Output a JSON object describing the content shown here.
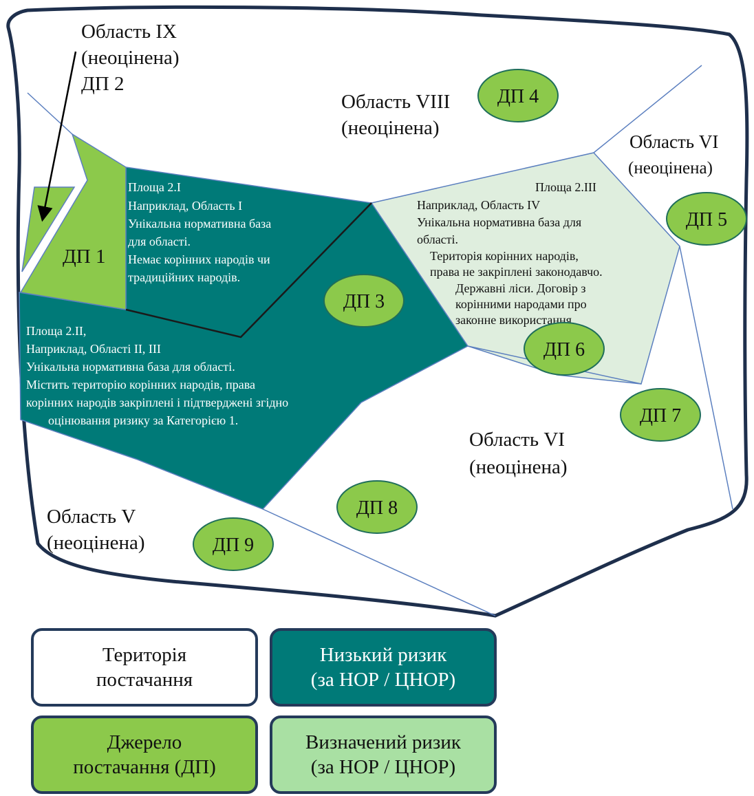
{
  "colors": {
    "low_risk": "#007a78",
    "specified_risk": "#dfeede",
    "source": "#8cc94b",
    "border": "#1e2f4c",
    "line": "#5b7fbf",
    "legend_border": "#243a5a",
    "legend_specified_fill": "#a9e0a3"
  },
  "regions": {
    "ix": {
      "title": "Область IX",
      "status": "(неоцінена)",
      "source": "ДП 2"
    },
    "viii": {
      "title": "Область VIII",
      "status": "(неоцінена)"
    },
    "vi_top": {
      "title": "Область VI",
      "status": "(неоцінена)"
    },
    "vi_mid": {
      "title": "Область VI",
      "status": "(неоцінена)"
    },
    "v": {
      "title": "Область V",
      "status": "(неоцінена)"
    }
  },
  "area_2_1": {
    "lines": [
      "Площа 2.I",
      "Наприклад, Область I",
      "Унікальна нормативна база",
      "для області.",
      "Немає корінних народів чи",
      "традиційних народів."
    ]
  },
  "area_2_2": {
    "lines": [
      "Площа 2.II,",
      "Наприклад, Області II, III",
      "Унікальна нормативна база для області.",
      "Містить територію корінних народів, права",
      "корінних народів закріплені і підтверджені згідно",
      "оцінювання ризику за Категорією 1."
    ]
  },
  "area_2_3": {
    "lines": [
      "Площа 2.III",
      "Наприклад, Область IV",
      "Унікальна нормативна база для",
      "області.",
      "Територія корінних народів,",
      "права не закріплені законодавчо.",
      "Державні ліси. Договір з",
      "корінними народами про",
      "законне використання."
    ]
  },
  "sources": [
    "ДП 1",
    "ДП 3",
    "ДП 4",
    "ДП 5",
    "ДП 6",
    "ДП 7",
    "ДП 8",
    "ДП 9"
  ],
  "legend": {
    "supply_territory": "Територія\nпостачання",
    "low_risk": "Низький ризик\n(за НОР / ЦНОР)",
    "source": "Джерело\nпостачання (ДП)",
    "specified_risk": "Визначений ризик\n(за НОР / ЦНОР)"
  }
}
